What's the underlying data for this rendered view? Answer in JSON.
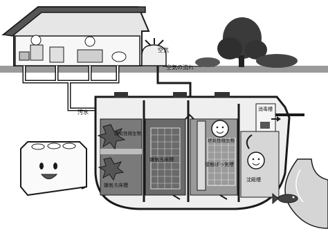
{
  "labels": {
    "air": "空気",
    "air_flow": "空気の流れ",
    "sewage": "汚水",
    "anaerobic_bug_top": "嫌気性微生物",
    "anaerobic_tank_1": "嫌気ろ床槽",
    "anaerobic_tank_2": "嫌気ろ床槽",
    "aerobic_bug": "好気性微生物",
    "contact_aeration_tank": "接触ばっ気槽",
    "sedimentation_tank": "沈殿槽",
    "disinfection_tank": "消毒槽"
  },
  "colors": {
    "line": "#1a1a1a",
    "ground": "#8c8c8c",
    "tank_fill": "#6e6e6e",
    "tank_light": "#bdbdbd",
    "panel": "#f2f2f2"
  },
  "icons": [
    "house-icon",
    "tree-icon",
    "fish-icon",
    "septic-mascot-icon",
    "star-microbe-icon",
    "smiley-microbe-icon"
  ]
}
